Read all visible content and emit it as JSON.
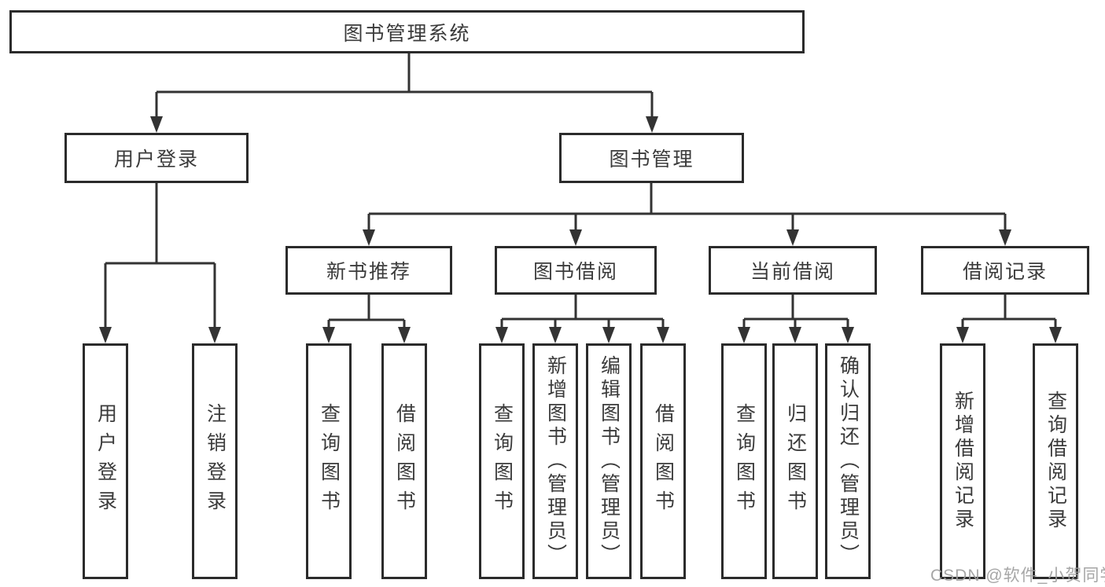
{
  "diagram": {
    "title_node": {
      "label": "图书管理系统"
    },
    "level2": [
      {
        "label": "用户登录"
      },
      {
        "label": "图书管理"
      }
    ],
    "level3": [
      {
        "label": "新书推荐",
        "parent": "图书管理"
      },
      {
        "label": "图书借阅",
        "parent": "图书管理"
      },
      {
        "label": "当前借阅",
        "parent": "图书管理"
      },
      {
        "label": "借阅记录",
        "parent": "图书管理"
      }
    ],
    "leaves": [
      {
        "label": "用户登录",
        "parent": "用户登录"
      },
      {
        "label": "注销登录",
        "parent": "用户登录"
      },
      {
        "label": "查询图书",
        "parent": "新书推荐"
      },
      {
        "label": "借阅图书",
        "parent": "新书推荐"
      },
      {
        "label": "查询图书",
        "parent": "图书借阅"
      },
      {
        "label": "新增图书（管理员）",
        "parent": "图书借阅"
      },
      {
        "label": "编辑图书（管理员）",
        "parent": "图书借阅"
      },
      {
        "label": "借阅图书",
        "parent": "图书借阅"
      },
      {
        "label": "查询图书",
        "parent": "当前借阅"
      },
      {
        "label": "归还图书",
        "parent": "当前借阅"
      },
      {
        "label": "确认归还（管理员）",
        "parent": "当前借阅"
      },
      {
        "label": "新增借阅记录",
        "parent": "借阅记录"
      },
      {
        "label": "查询借阅记录",
        "parent": "借阅记录"
      }
    ]
  },
  "watermark": {
    "text": "CSDN @软件_小贺同学"
  },
  "colors": {
    "line": "#333333",
    "box_border": "#2b2b2b",
    "text": "#3b3b3b",
    "watermark": "#9e9e9e",
    "background": "#ffffff"
  }
}
